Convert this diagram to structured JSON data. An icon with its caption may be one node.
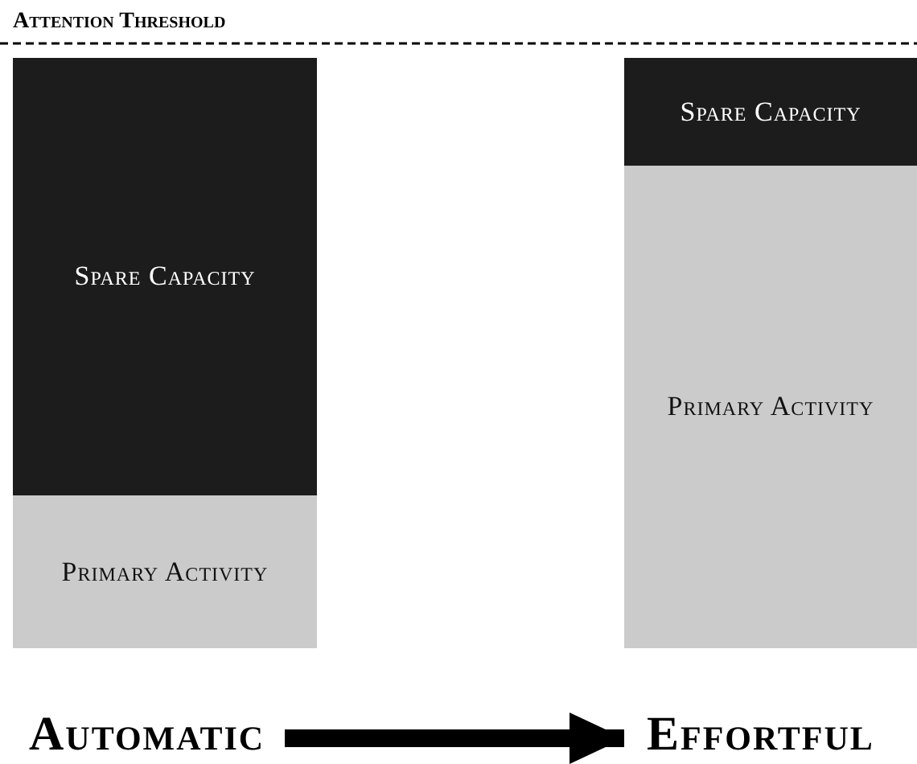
{
  "diagram": {
    "nodes": [
      {
        "text": [
          "Spare Capacity"
        ]
      },
      {
        "text": [
          "Primary Activity"
        ]
      },
      {
        "text": [
          "Spare Capacity"
        ]
      },
      {
        "text": [
          "Primary Activity"
        ]
      },
      {
        "text": [
          "Automatic"
        ]
      },
      {
        "text": [
          "Effortful"
        ]
      }
    ],
    "edges": [
      {
        "from": 4,
        "to": 5,
        "arrow": "to"
      }
    ],
    "labels": [
      "Attention Threshold"
    ]
  }
}
